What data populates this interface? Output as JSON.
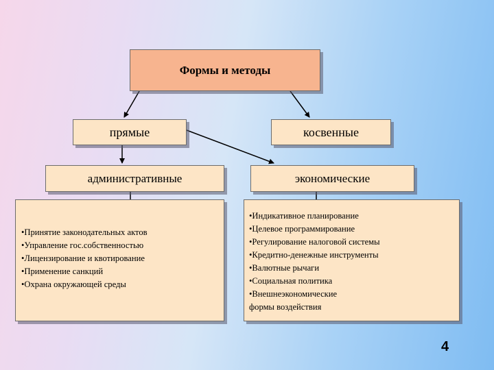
{
  "title": "Формы и методы",
  "level1": {
    "direct": "прямые",
    "indirect": "косвенные"
  },
  "level2": {
    "administrative": "административные",
    "economic": "экономические"
  },
  "administrative_methods": [
    "•Принятие законодательных актов",
    "•Управление гос.собственностью",
    "•Лицензирование и квотирование",
    "•Применение санкций",
    "•Охрана окружающей среды"
  ],
  "economic_methods": [
    "•Индикативное планирование",
    "•Целевое программирование",
    "•Регулирование налоговой системы",
    "•Кредитно-денежные инструменты",
    "•Валютные рычаги",
    "•Социальная политика",
    "•Внешнеэкономические",
    "формы воздействия"
  ],
  "page_number": "4",
  "colors": {
    "title_fill": "#f7b48f",
    "box_fill": "#fde5c6",
    "arrow": "#000000"
  }
}
